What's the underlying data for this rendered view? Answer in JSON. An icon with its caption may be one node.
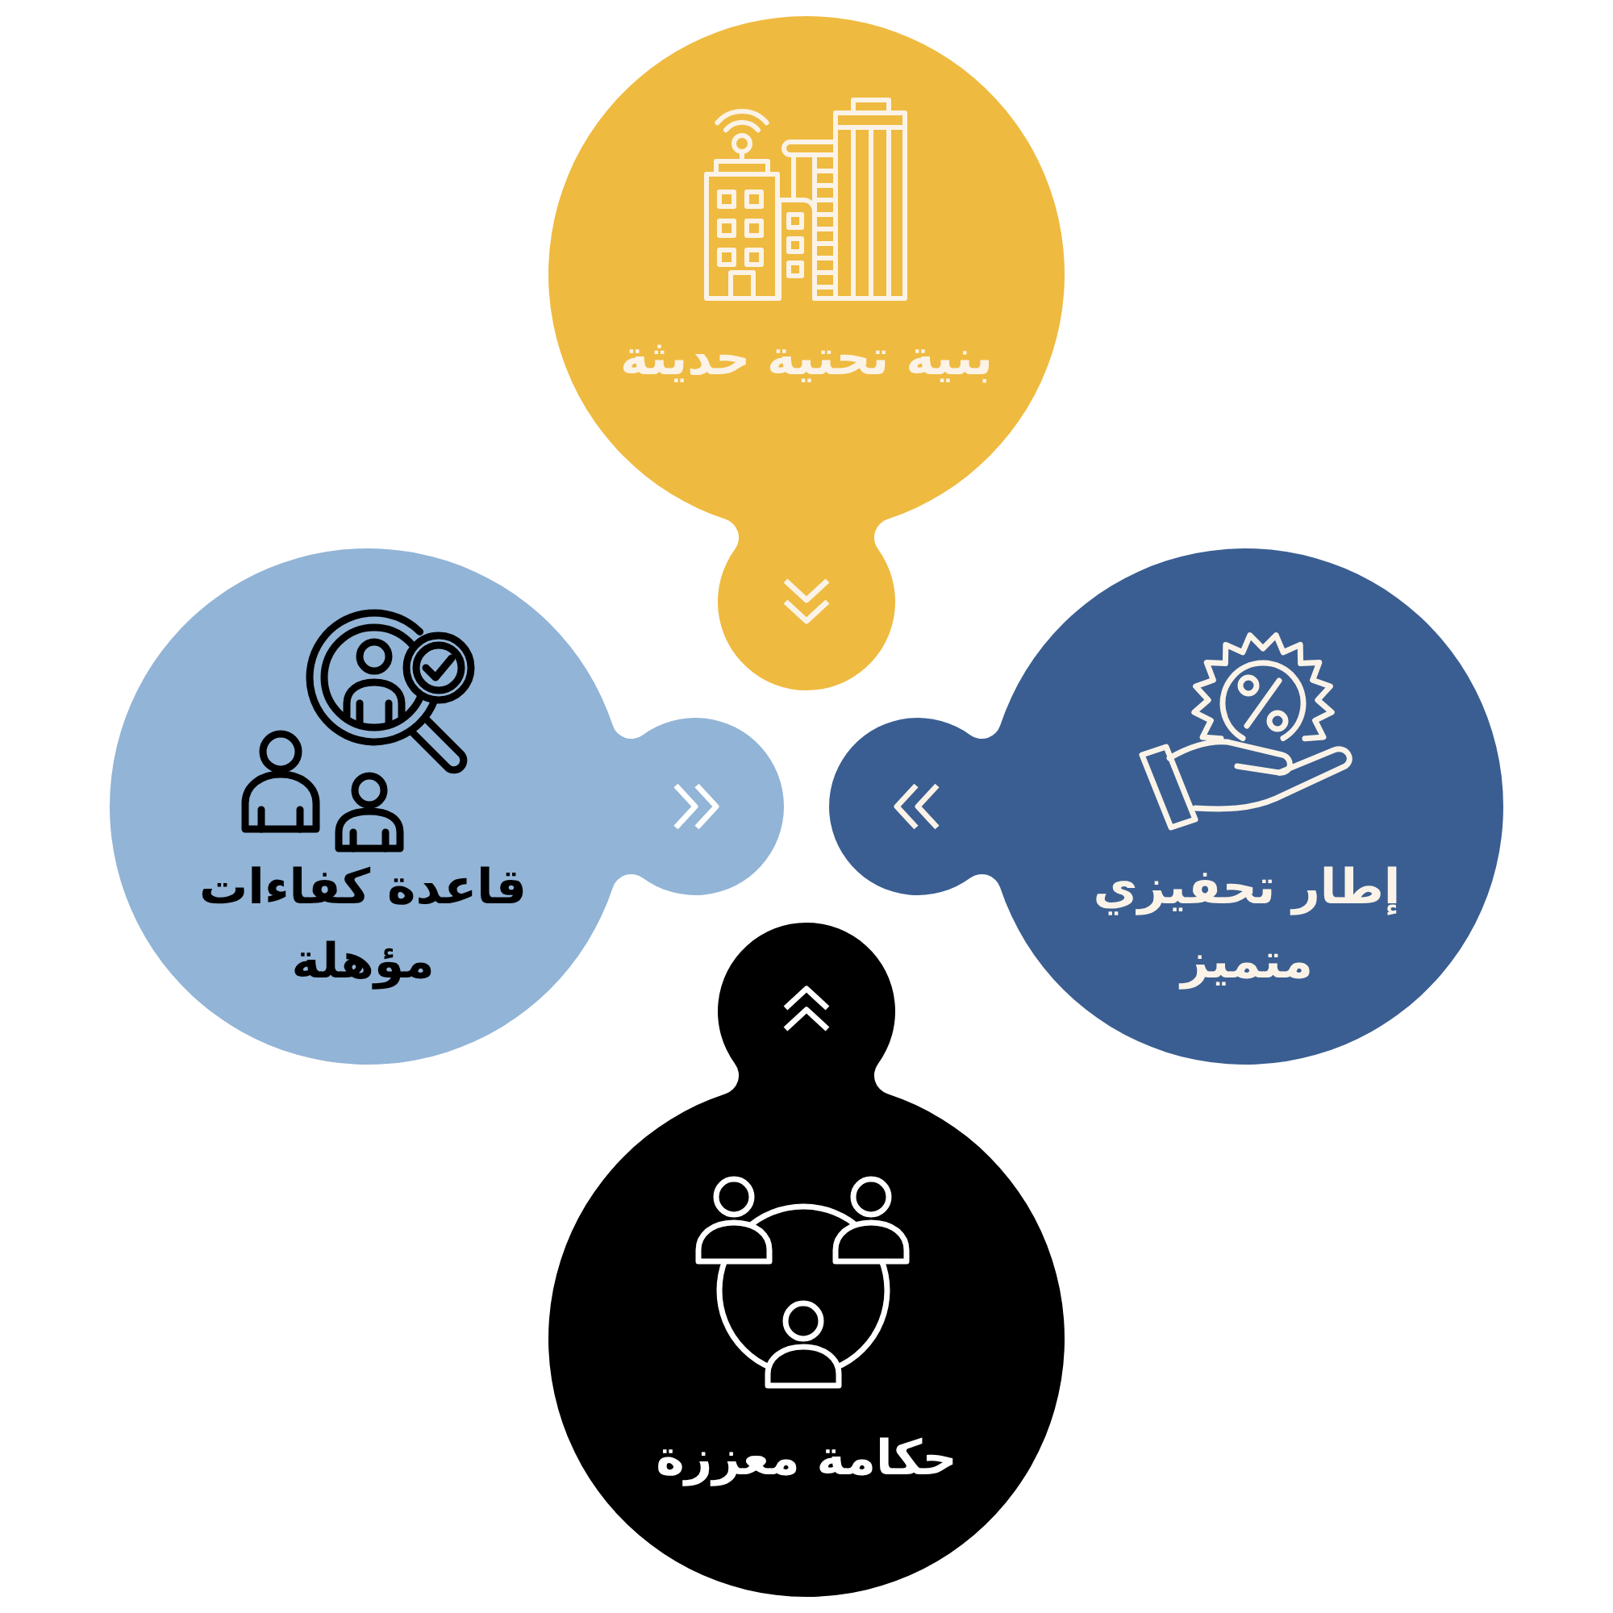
{
  "diagram": {
    "nodes": [
      {
        "text": [
          "بنية تحتية حديثة"
        ]
      },
      {
        "text": [
          "إطار تحفيزي متميز"
        ]
      },
      {
        "text": [
          "قاعدة كفاءات مؤهلة"
        ]
      },
      {
        "text": [
          "حكامة معززة"
        ]
      }
    ]
  }
}
